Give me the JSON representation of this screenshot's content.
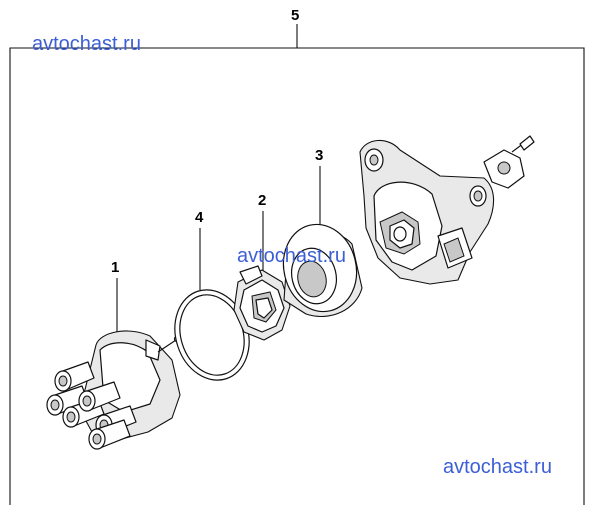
{
  "callouts": {
    "assembly": "5",
    "cap": "1",
    "rotor": "2",
    "cover": "3",
    "gasket": "4"
  },
  "watermarks": {
    "top": "avtochast.ru",
    "middle": "avtochast.ru",
    "bottom": "avtochast.ru"
  },
  "colors": {
    "watermark": "#3d5fd6",
    "linework": "#111111"
  }
}
